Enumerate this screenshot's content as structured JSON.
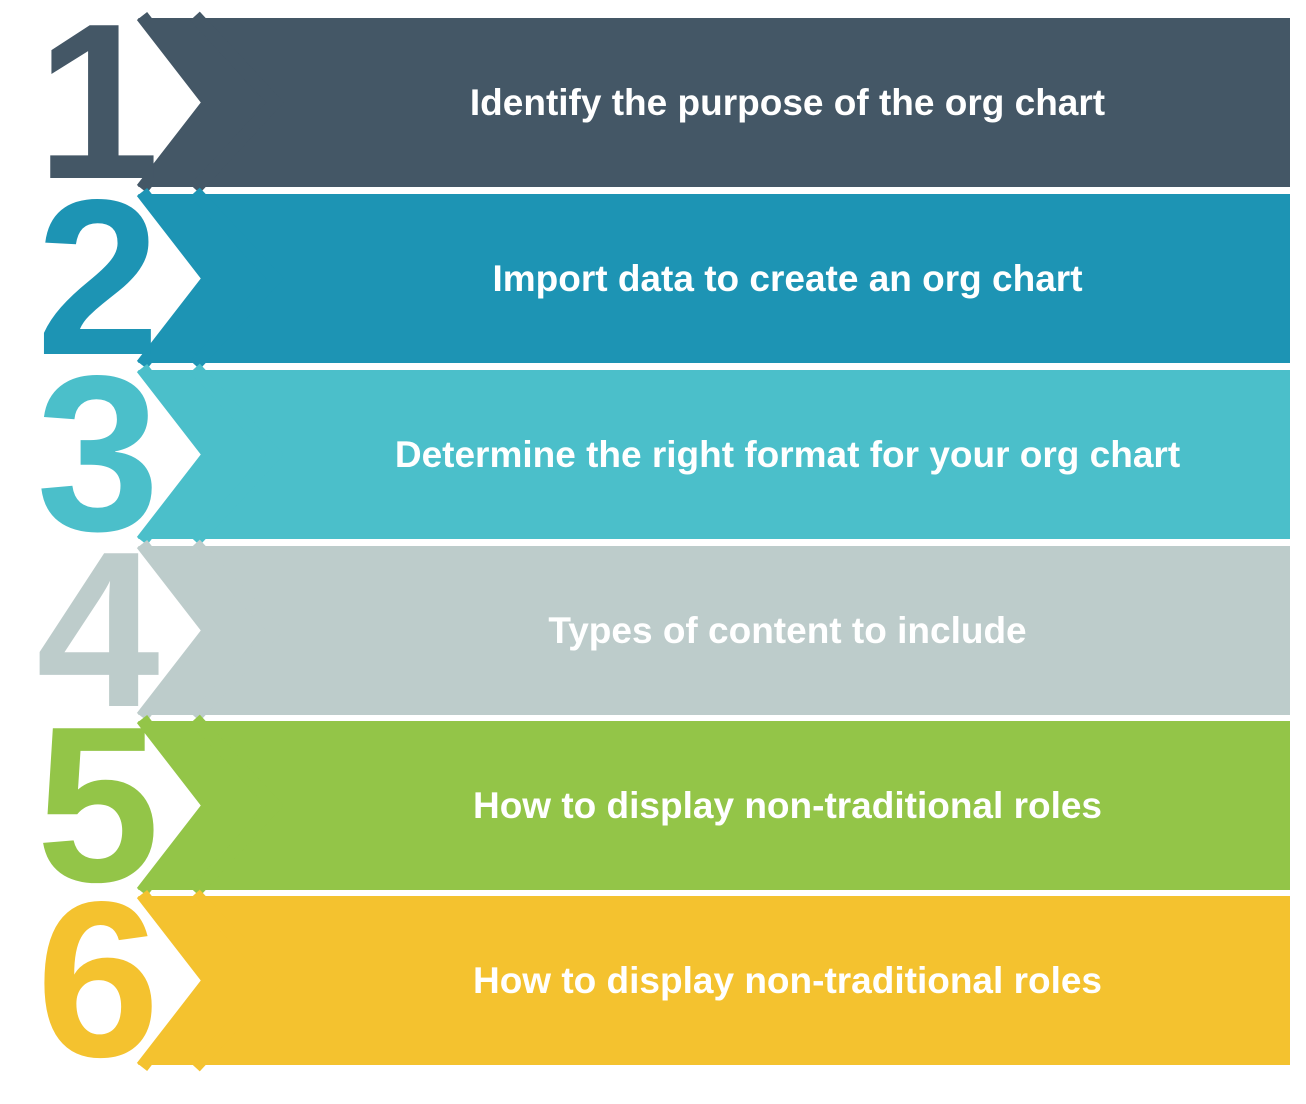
{
  "steps": [
    {
      "number": "1",
      "label": "Identify the purpose of the org chart",
      "color": "#445766"
    },
    {
      "number": "2",
      "label": "Import data to create an org chart",
      "color": "#1d94b4"
    },
    {
      "number": "3",
      "label": "Determine the right format for your org chart",
      "color": "#4bbfca"
    },
    {
      "number": "4",
      "label": "Types of content to include",
      "color": "#bdcccb"
    },
    {
      "number": "5",
      "label": "How to display non-traditional roles",
      "color": "#93c548"
    },
    {
      "number": "6",
      "label": "How to display non-traditional roles",
      "color": "#f4c22f"
    }
  ]
}
